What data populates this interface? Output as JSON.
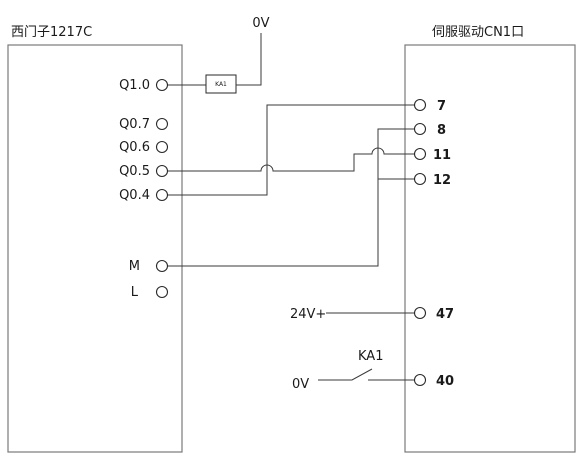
{
  "plc": {
    "title": "西门子1217C",
    "terminals": [
      "Q1.0",
      "Q0.7",
      "Q0.6",
      "Q0.5",
      "Q0.4",
      "M",
      "L"
    ]
  },
  "servo": {
    "title": "伺服驱动CN1口",
    "pins": [
      "7",
      "8",
      "11",
      "12",
      "47",
      "40"
    ]
  },
  "relay_coil": {
    "label": "KA1"
  },
  "relay_contact": {
    "label": "KA1"
  },
  "top_ground": {
    "label": "0V"
  },
  "supply_24v": {
    "label": "24V+"
  },
  "contact_ground": {
    "label": "0V"
  }
}
